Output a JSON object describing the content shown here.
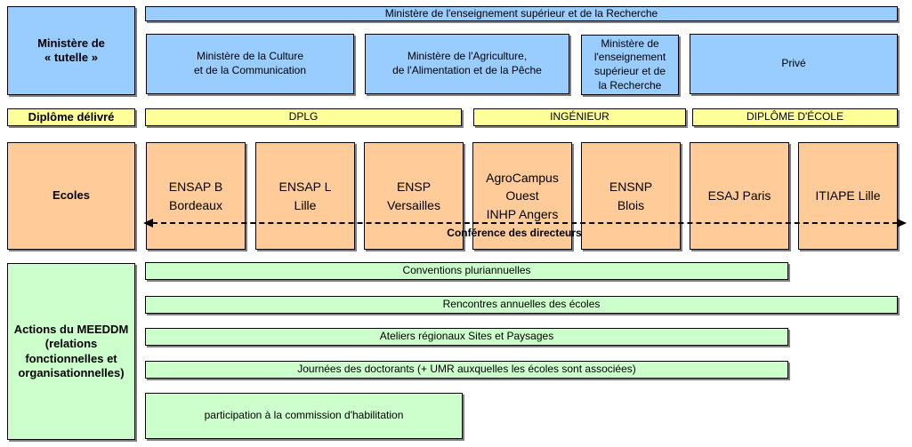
{
  "palette": {
    "blue": "#99CCFF",
    "yellow": "#FFFF99",
    "orange": "#FFCC99",
    "green": "#CCFFCC",
    "shadow": "#808080",
    "border": "#000000"
  },
  "left_column": {
    "tutelle_label": "Ministère de\n« tutelle »",
    "diplome_label": "Diplôme délivré",
    "ecoles_label": "Ecoles",
    "actions_label": "Actions du MEEDDM\n(relations\nfonctionnelles et\norganisationnelles)"
  },
  "ministries": {
    "top_bar": "Ministère de l'enseignement supérieur et de la Recherche",
    "boxes": [
      {
        "label": "Ministère de la Culture\net de la Communication"
      },
      {
        "label": "Ministère de l'Agriculture,\nde l'Alimentation et de la Pêche"
      },
      {
        "label": "Ministère de\nl'enseignement\nsupérieur et de\nla Recherche"
      },
      {
        "label": "Privé"
      }
    ]
  },
  "diplomas": {
    "items": [
      {
        "label": "DPLG"
      },
      {
        "label": "INGÉNIEUR"
      },
      {
        "label": "DIPLÔME D'ÉCOLE"
      }
    ]
  },
  "schools": {
    "conference_label": "Conférence des directeurs",
    "items": [
      {
        "label": "ENSAP B\nBordeaux"
      },
      {
        "label": "ENSAP L\nLille"
      },
      {
        "label": "ENSP\nVersailles"
      },
      {
        "label": "AgroCampus\nOuest\nINHP Angers"
      },
      {
        "label": "ENSNP\nBlois"
      },
      {
        "label": "ESAJ Paris"
      },
      {
        "label": "ITIAPE Lille"
      }
    ]
  },
  "actions": {
    "bars": [
      {
        "label": "Conventions pluriannuelles"
      },
      {
        "label": "Rencontres annuelles des écoles"
      },
      {
        "label": "Ateliers régionaux Sites et Paysages"
      },
      {
        "label": "Journées des doctorants (+ UMR auxquelles les écoles sont associées)"
      }
    ],
    "participation_label": "participation à la commission d'habilitation"
  }
}
